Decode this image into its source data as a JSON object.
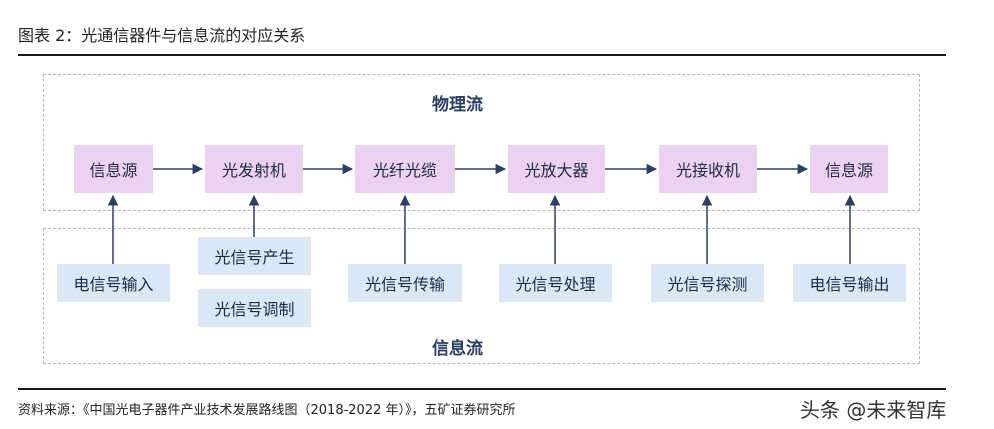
{
  "title": "图表 2：光通信器件与信息流的对应关系",
  "physical_flow": {
    "label": "物理流",
    "nodes": [
      "信息源",
      "光发射机",
      "光纤光缆",
      "光放大器",
      "光接收机",
      "信息源"
    ]
  },
  "info_flow": {
    "label": "信息流",
    "nodes": [
      "电信号输入",
      "光信号产生",
      "光信号调制",
      "光信号传输",
      "光信号处理",
      "光信号探测",
      "电信号输出"
    ]
  },
  "source": "资料来源：《中国光电子器件产业技术发展路线图（2018-2022 年）》，五矿证券研究所",
  "watermark": "头条 @未来智库"
}
